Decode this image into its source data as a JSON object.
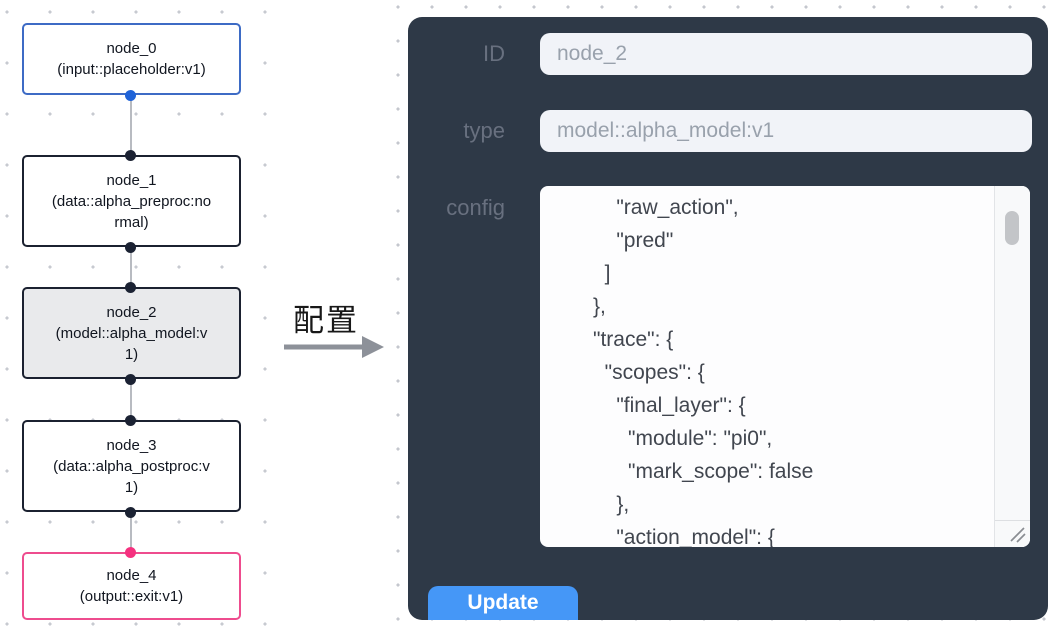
{
  "flow": {
    "nodes": [
      {
        "id": "node_0",
        "title": "node_0",
        "subtitle": "(input::placeholder:v1)",
        "kind": "input",
        "border_color": "#3d6bc5"
      },
      {
        "id": "node_1",
        "title": "node_1",
        "subtitle": "(data::alpha_preproc:normal)",
        "kind": "default",
        "border_color": "#1b2130"
      },
      {
        "id": "node_2",
        "title": "node_2",
        "subtitle": "(model::alpha_model:v1)",
        "kind": "selected",
        "border_color": "#1b2130"
      },
      {
        "id": "node_3",
        "title": "node_3",
        "subtitle": "(data::alpha_postproc:v1)",
        "kind": "default",
        "border_color": "#1b2130"
      },
      {
        "id": "node_4",
        "title": "node_4",
        "subtitle": "(output::exit:v1)",
        "kind": "output",
        "border_color": "#ee4c8e"
      }
    ],
    "edges": [
      {
        "from": "node_0",
        "to": "node_1"
      },
      {
        "from": "node_1",
        "to": "node_2"
      },
      {
        "from": "node_2",
        "to": "node_3"
      },
      {
        "from": "node_3",
        "to": "node_4"
      }
    ]
  },
  "annotation": {
    "label": "配置",
    "arrow": "right-arrow"
  },
  "panel": {
    "fields": [
      {
        "label": "ID",
        "value": "node_2"
      },
      {
        "label": "type",
        "value": "model::alpha_model:v1"
      }
    ],
    "config_label": "config",
    "config_text": "          \"raw_action\",\n          \"pred\"\n        ]\n      },\n      \"trace\": {\n        \"scopes\": {\n          \"final_layer\": {\n            \"module\": \"pi0\",\n            \"mark_scope\": false\n          },\n          \"action_model\": {",
    "update_label": "Update"
  },
  "colors": {
    "panel_bg": "#2e3947",
    "input_bg": "#f1f3f8",
    "input_text": "#99a1ac",
    "label_text": "#68707f",
    "button_blue": "#4597f7",
    "node_input_border": "#3d6bc5",
    "node_default_border": "#1b2130",
    "node_output_border": "#ee4c8e",
    "selected_node_bg": "#e9eaec",
    "handle_blue": "#1f63d8",
    "handle_dark": "#1b2233",
    "handle_pink": "#f5317f",
    "edge_gray": "#b8bbc1",
    "dot_grid": "#c7cad0"
  }
}
